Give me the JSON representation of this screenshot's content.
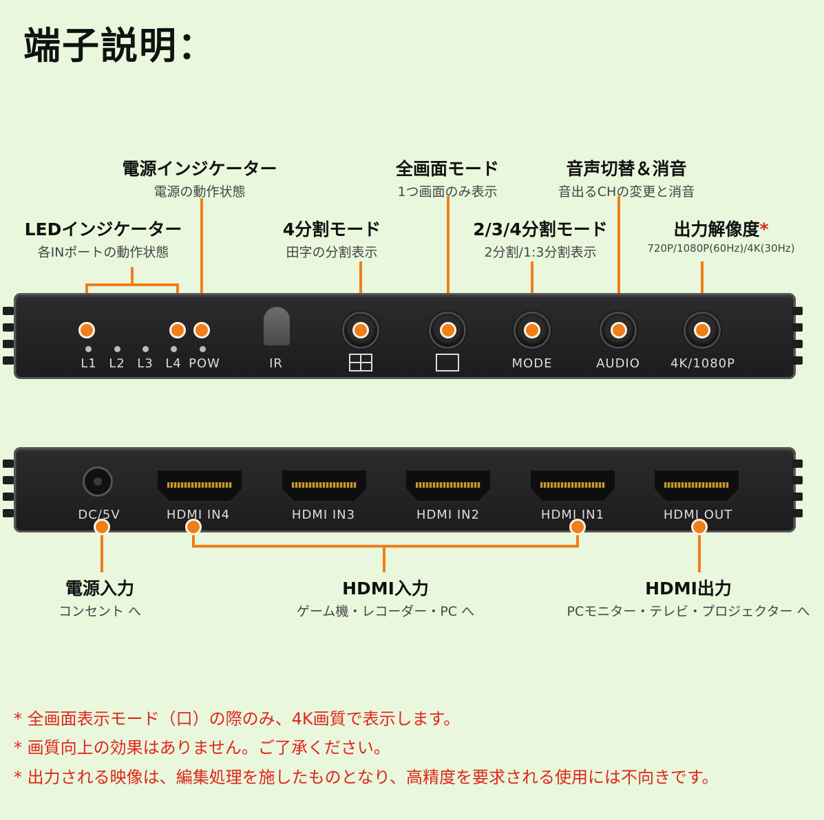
{
  "title": "端子説明：",
  "callouts": {
    "power_indicator": {
      "heading": "電源インジケーター",
      "sub": "電源の動作状態"
    },
    "led_indicator": {
      "heading": "LEDインジケーター",
      "sub": "各INポートの動作状態"
    },
    "quad_mode": {
      "heading": "4分割モード",
      "sub": "田字の分割表示"
    },
    "full_mode": {
      "heading": "全画面モード",
      "sub": "1つ画面のみ表示"
    },
    "split_mode": {
      "heading": "2/3/4分割モード",
      "sub": "2分割/1:3分割表示"
    },
    "audio": {
      "heading": "音声切替＆消音",
      "sub": "音出るCHの変更と消音"
    },
    "resolution": {
      "heading": "出力解像度",
      "star": "*",
      "sub": "720P/1080P(60Hz)/4K(30Hz)"
    },
    "power_input": {
      "heading": "電源入力",
      "sub": "コンセント へ"
    },
    "hdmi_input": {
      "heading": "HDMI入力",
      "sub": "ゲーム機・レコーダー・PC へ"
    },
    "hdmi_output": {
      "heading": "HDMI出力",
      "sub": "PCモニター・テレビ・プロジェクター へ"
    }
  },
  "front_panel": {
    "leds": [
      "L1",
      "L2",
      "L3",
      "L4",
      "POW"
    ],
    "ir": "IR",
    "mode": "MODE",
    "audio": "AUDIO",
    "resolution": "4K/1080P"
  },
  "back_panel": {
    "dc": "DC/5V",
    "ports": [
      "HDMI IN4",
      "HDMI IN3",
      "HDMI IN2",
      "HDMI IN1",
      "HDMI OUT"
    ]
  },
  "notes": [
    "*  全画面表示モード（口）の際のみ、4K画質で表示します。",
    "*  画質向上の効果はありません。ご了承ください。",
    "*  出力される映像は、編集処理を施したものとなり、高精度を要求される使用には不向きです。"
  ],
  "accent_color": "#ef7f1a",
  "note_color": "#e0261b"
}
